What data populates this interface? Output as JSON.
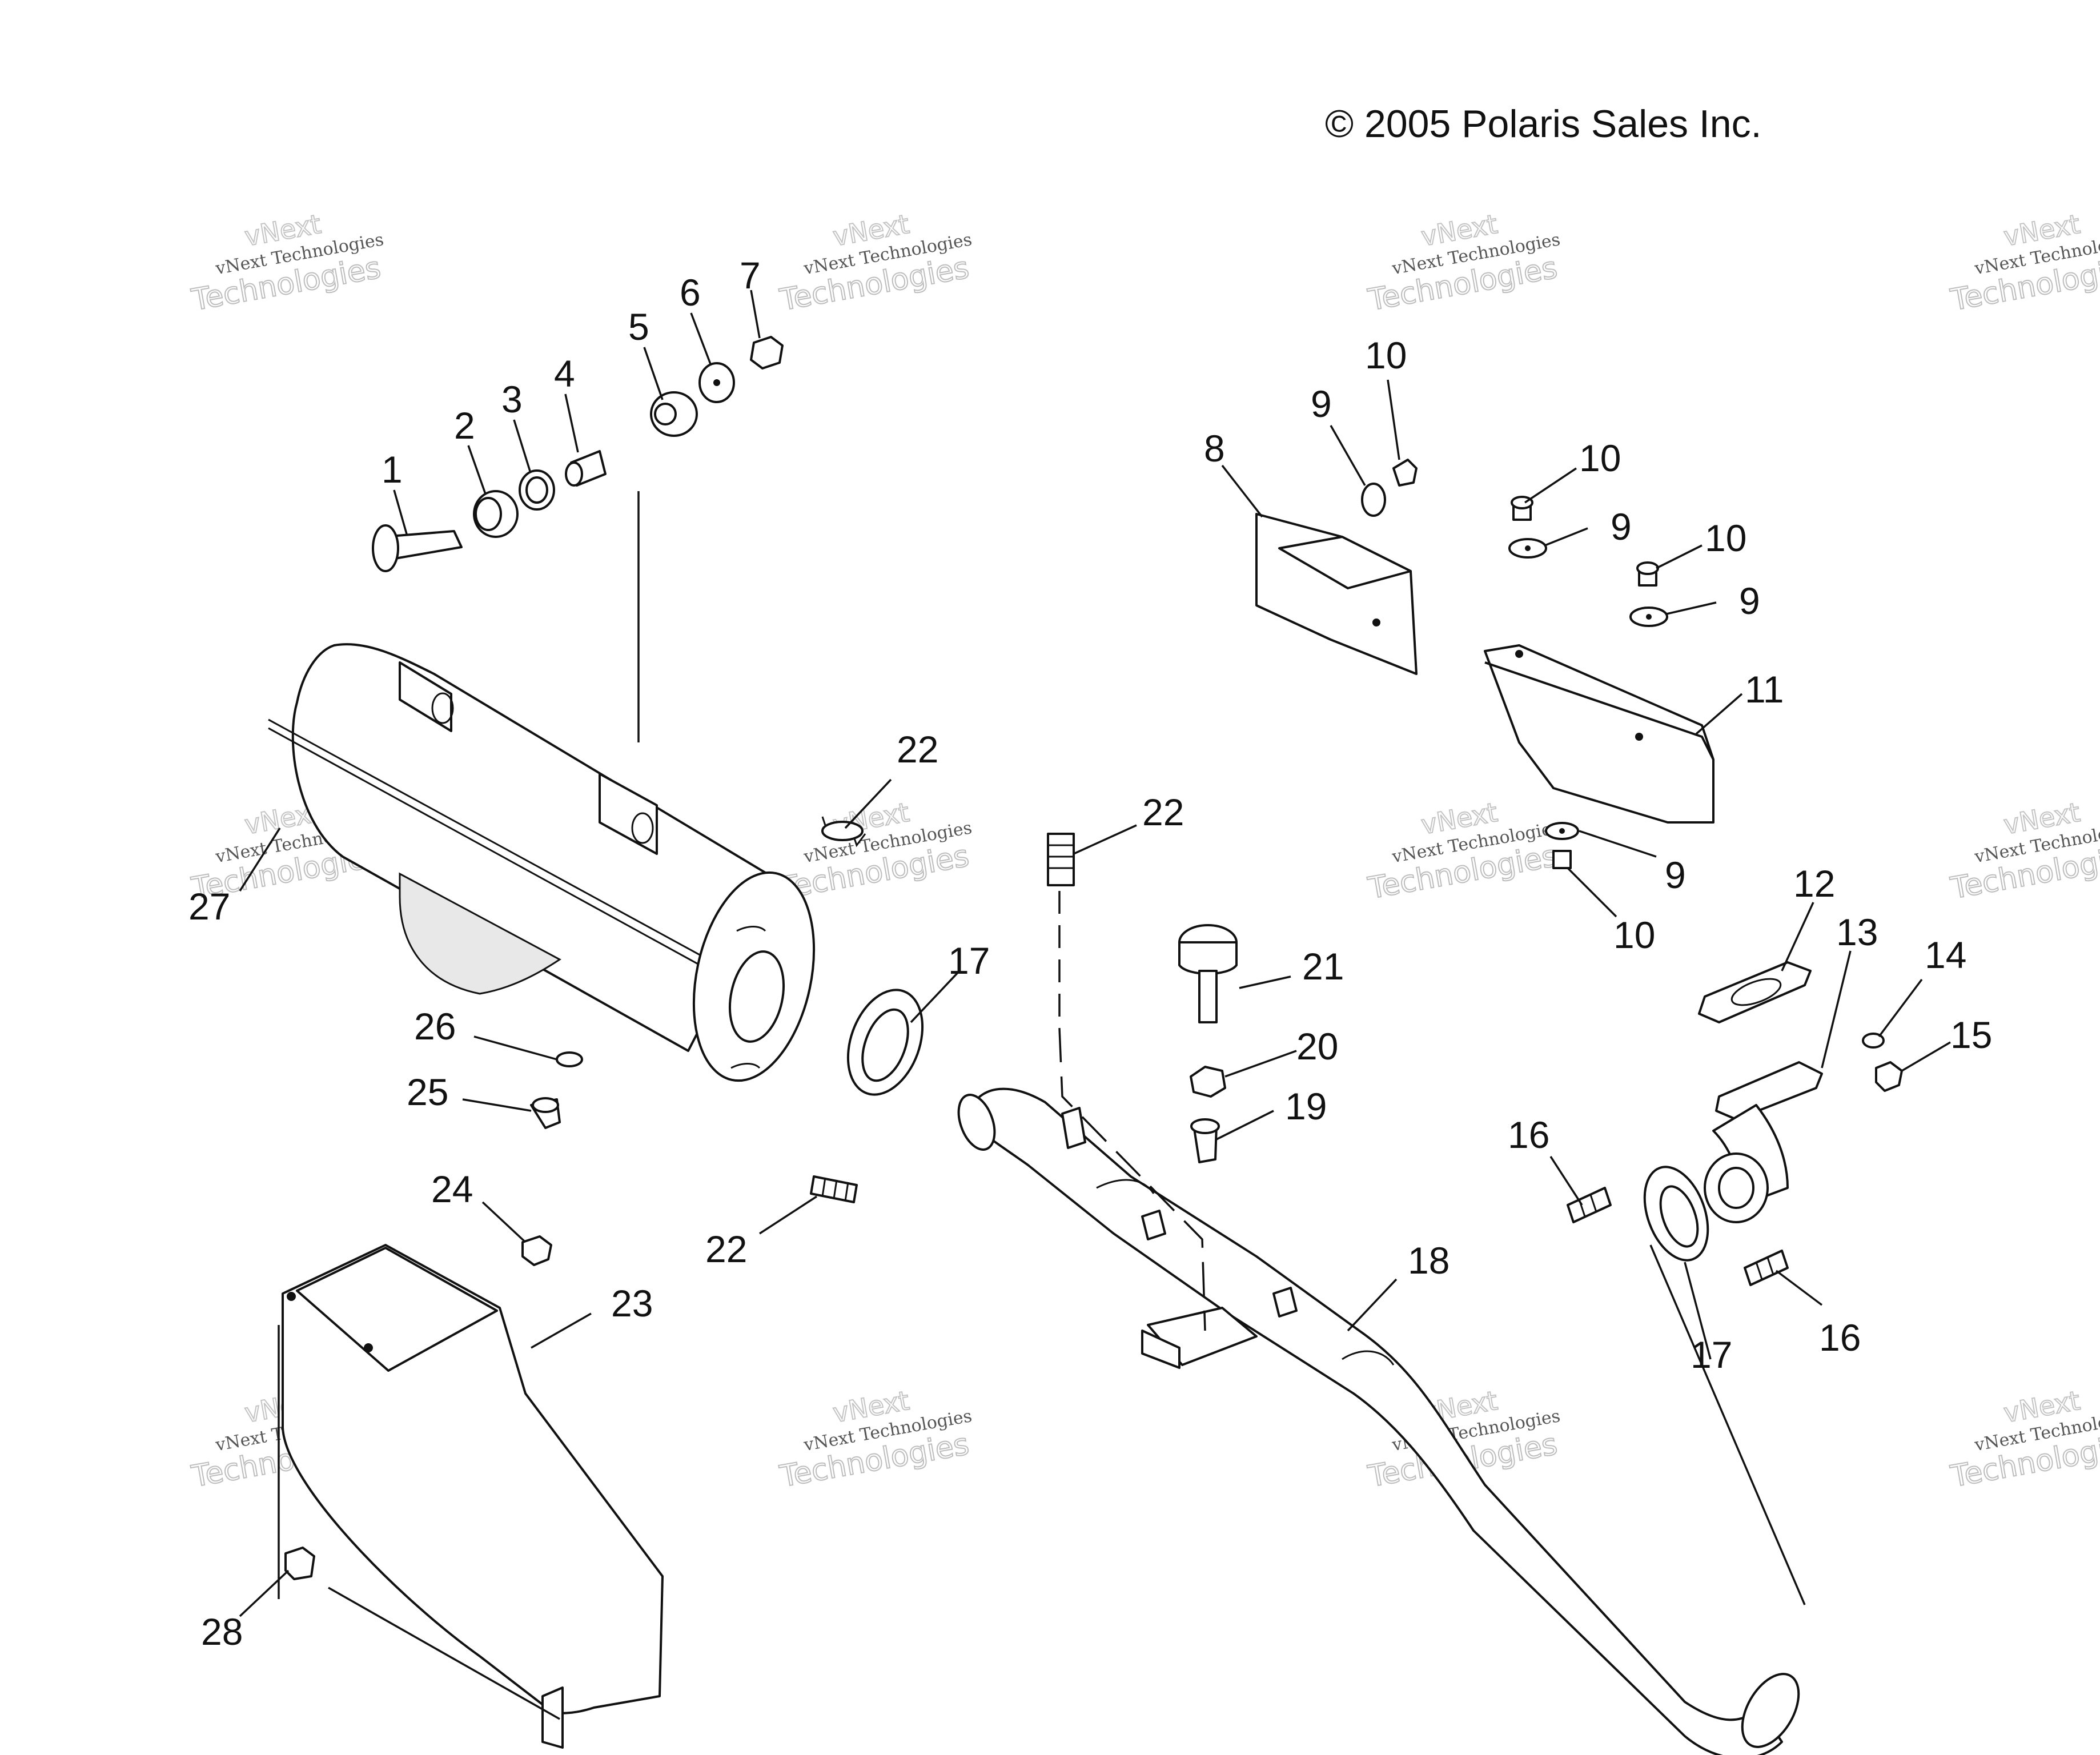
{
  "copyright": "© 2005 Polaris Sales Inc.",
  "watermark": {
    "line1": "vNext Technologies",
    "line2": "Technologies",
    "line0": "vNext"
  },
  "callouts": {
    "c1": "1",
    "c2": "2",
    "c3": "3",
    "c4": "4",
    "c5": "5",
    "c6": "6",
    "c7": "7",
    "c8": "8",
    "c9a": "9",
    "c9b": "9",
    "c9c": "9",
    "c9d": "9",
    "c10a": "10",
    "c10b": "10",
    "c10c": "10",
    "c10d": "10",
    "c11": "11",
    "c12": "12",
    "c13": "13",
    "c14": "14",
    "c15": "15",
    "c16a": "16",
    "c16b": "16",
    "c17a": "17",
    "c17b": "17",
    "c18": "18",
    "c19": "19",
    "c20": "20",
    "c21": "21",
    "c22a": "22",
    "c22b": "22",
    "c22c": "22",
    "c23": "23",
    "c24": "24",
    "c25": "25",
    "c26": "26",
    "c27": "27",
    "c28": "28"
  }
}
